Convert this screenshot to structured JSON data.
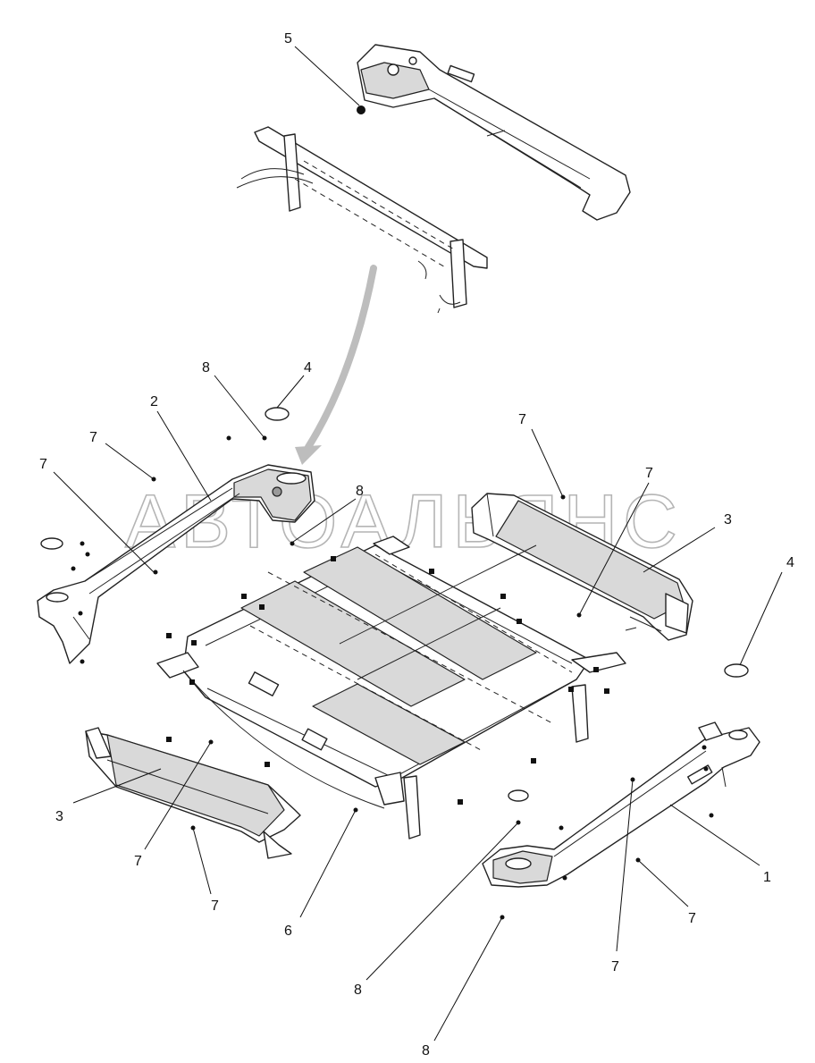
{
  "watermark": "АВТОАЛЬЯНС",
  "callouts": {
    "c5": "5",
    "c8a": "8",
    "c4a": "4",
    "c2": "2",
    "c7a": "7",
    "c7b": "7",
    "c8b": "8",
    "c7c": "7",
    "c7d": "7",
    "c3a": "3",
    "c4b": "4",
    "c3b": "3",
    "c7e": "7",
    "c7f": "7",
    "c6": "6",
    "c1": "1",
    "c7g": "7",
    "c7h": "7",
    "c8c": "8",
    "c8d": "8"
  }
}
